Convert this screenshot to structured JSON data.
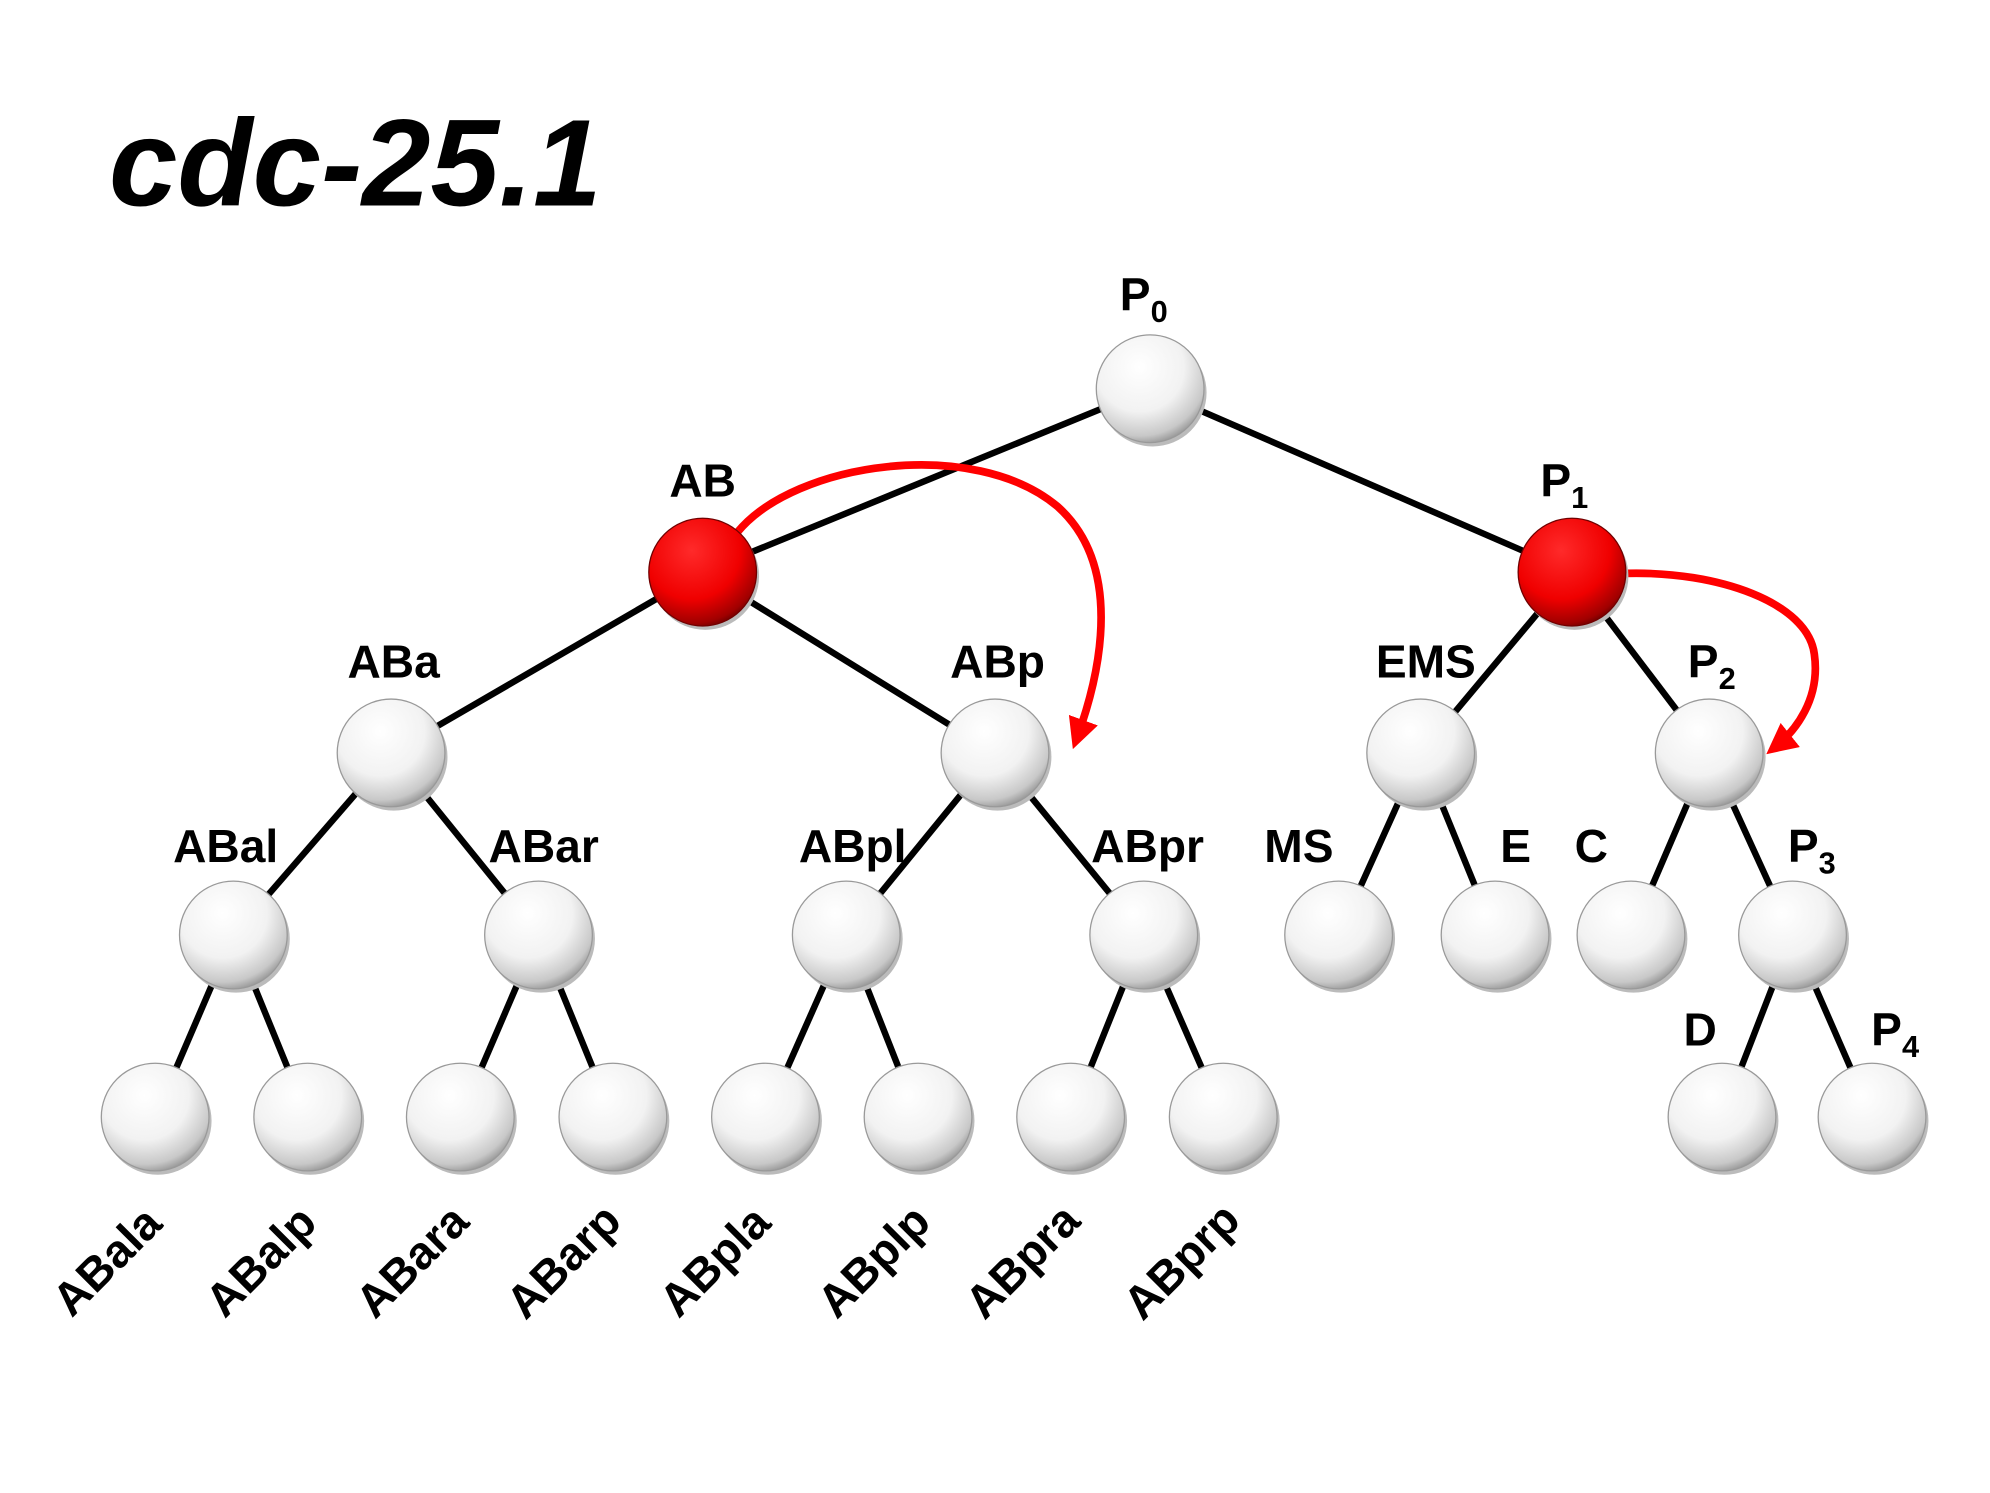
{
  "title": "cdc-25.1",
  "colors": {
    "highlight": "#ff0000",
    "normal": "#ffffff",
    "edge": "#000000",
    "arrow": "#ff0000"
  },
  "nodes": [
    {
      "id": "P0",
      "main": "P",
      "sub": "0",
      "highlighted": false
    },
    {
      "id": "AB",
      "main": "AB",
      "sub": "",
      "highlighted": true
    },
    {
      "id": "P1",
      "main": "P",
      "sub": "1",
      "highlighted": true
    },
    {
      "id": "ABa",
      "main": "ABa",
      "sub": "",
      "highlighted": false
    },
    {
      "id": "ABp",
      "main": "ABp",
      "sub": "",
      "highlighted": false
    },
    {
      "id": "EMS",
      "main": "EMS",
      "sub": "",
      "highlighted": false
    },
    {
      "id": "P2",
      "main": "P",
      "sub": "2",
      "highlighted": false
    },
    {
      "id": "ABal",
      "main": "ABal",
      "sub": "",
      "highlighted": false
    },
    {
      "id": "ABar",
      "main": "ABar",
      "sub": "",
      "highlighted": false
    },
    {
      "id": "ABpl",
      "main": "ABpl",
      "sub": "",
      "highlighted": false
    },
    {
      "id": "ABpr",
      "main": "ABpr",
      "sub": "",
      "highlighted": false
    },
    {
      "id": "MS",
      "main": "MS",
      "sub": "",
      "highlighted": false
    },
    {
      "id": "E",
      "main": "E",
      "sub": "",
      "highlighted": false
    },
    {
      "id": "C",
      "main": "C",
      "sub": "",
      "highlighted": false
    },
    {
      "id": "P3",
      "main": "P",
      "sub": "3",
      "highlighted": false
    },
    {
      "id": "ABala",
      "main": "ABala",
      "sub": "",
      "highlighted": false
    },
    {
      "id": "ABalp",
      "main": "ABalp",
      "sub": "",
      "highlighted": false
    },
    {
      "id": "ABara",
      "main": "ABara",
      "sub": "",
      "highlighted": false
    },
    {
      "id": "ABarp",
      "main": "ABarp",
      "sub": "",
      "highlighted": false
    },
    {
      "id": "ABpla",
      "main": "ABpla",
      "sub": "",
      "highlighted": false
    },
    {
      "id": "ABplp",
      "main": "ABplp",
      "sub": "",
      "highlighted": false
    },
    {
      "id": "ABpra",
      "main": "ABpra",
      "sub": "",
      "highlighted": false
    },
    {
      "id": "ABprp",
      "main": "ABprp",
      "sub": "",
      "highlighted": false
    },
    {
      "id": "D",
      "main": "D",
      "sub": "",
      "highlighted": false
    },
    {
      "id": "P4",
      "main": "P",
      "sub": "4",
      "highlighted": false
    }
  ],
  "edges": [
    [
      "P0",
      "AB"
    ],
    [
      "P0",
      "P1"
    ],
    [
      "AB",
      "ABa"
    ],
    [
      "AB",
      "ABp"
    ],
    [
      "P1",
      "EMS"
    ],
    [
      "P1",
      "P2"
    ],
    [
      "ABa",
      "ABal"
    ],
    [
      "ABa",
      "ABar"
    ],
    [
      "ABp",
      "ABpl"
    ],
    [
      "ABp",
      "ABpr"
    ],
    [
      "EMS",
      "MS"
    ],
    [
      "EMS",
      "E"
    ],
    [
      "P2",
      "C"
    ],
    [
      "P2",
      "P3"
    ],
    [
      "ABal",
      "ABala"
    ],
    [
      "ABal",
      "ABalp"
    ],
    [
      "ABar",
      "ABara"
    ],
    [
      "ABar",
      "ABarp"
    ],
    [
      "ABpl",
      "ABpla"
    ],
    [
      "ABpl",
      "ABplp"
    ],
    [
      "ABpr",
      "ABpra"
    ],
    [
      "ABpr",
      "ABprp"
    ],
    [
      "P3",
      "D"
    ],
    [
      "P3",
      "P4"
    ]
  ],
  "arrows": [
    {
      "from": "AB",
      "to": "ABp"
    },
    {
      "from": "P1",
      "to": "P2"
    }
  ]
}
